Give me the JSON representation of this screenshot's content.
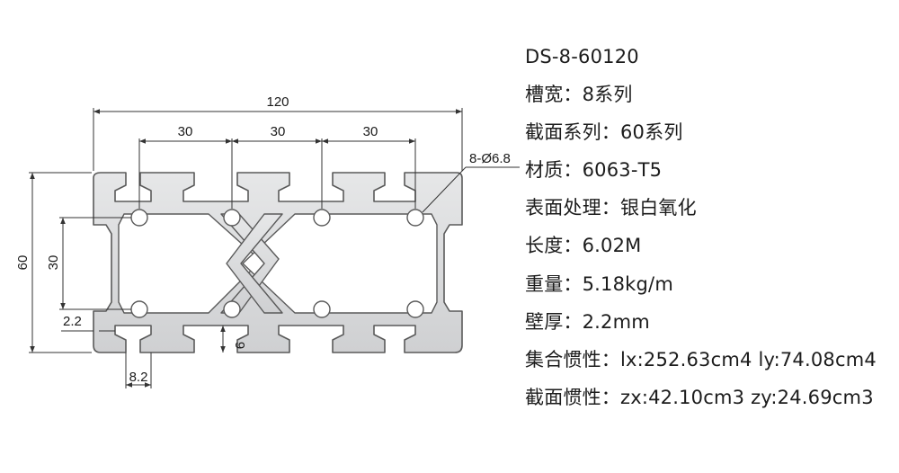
{
  "drawing": {
    "dimensions": {
      "overall_width": "120",
      "pitch_1": "30",
      "pitch_2": "30",
      "pitch_3": "30",
      "overall_height": "60",
      "inner_height": "30",
      "hole_callout": "8-Ø6.8",
      "wall_thickness": "2.2",
      "slot_width": "8.2",
      "slot_depth": "9"
    },
    "colors": {
      "profile_fill": "#d9dadb",
      "profile_stroke": "#5a5a5a",
      "dimension_line": "#333333"
    }
  },
  "specs": {
    "model": "DS-8-60120",
    "slot_width": "槽宽：8系列",
    "section_series": "截面系列：60系列",
    "material": "材质：6063-T5",
    "surface": "表面处理：银白氧化",
    "length": "长度：6.02M",
    "weight": "重量：5.18kg/m",
    "wall": "壁厚：2.2mm",
    "inertia_moment": "集合惯性：lx:252.63cm4 ly:74.08cm4",
    "section_modulus": "截面惯性：zx:42.10cm3 zy:24.69cm3"
  }
}
